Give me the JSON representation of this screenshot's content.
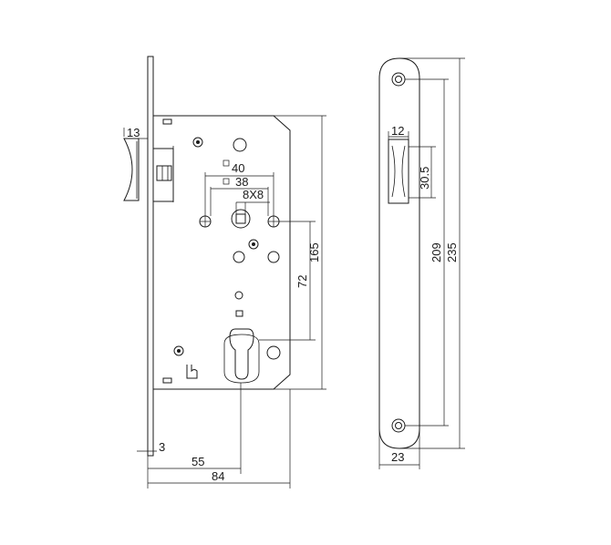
{
  "diagram": {
    "lock_body": {
      "labels": {
        "bolt_width": "13",
        "distance_40": "40",
        "distance_38": "38",
        "spindle": "8X8",
        "height_165": "165",
        "center_72": "72",
        "faceplate_thickness": "3",
        "backset": "55",
        "case_depth": "84"
      }
    },
    "faceplate": {
      "labels": {
        "opening_width": "12",
        "opening_height": "30.5",
        "hole_spacing": "209",
        "plate_length": "235",
        "plate_width": "23"
      }
    }
  }
}
